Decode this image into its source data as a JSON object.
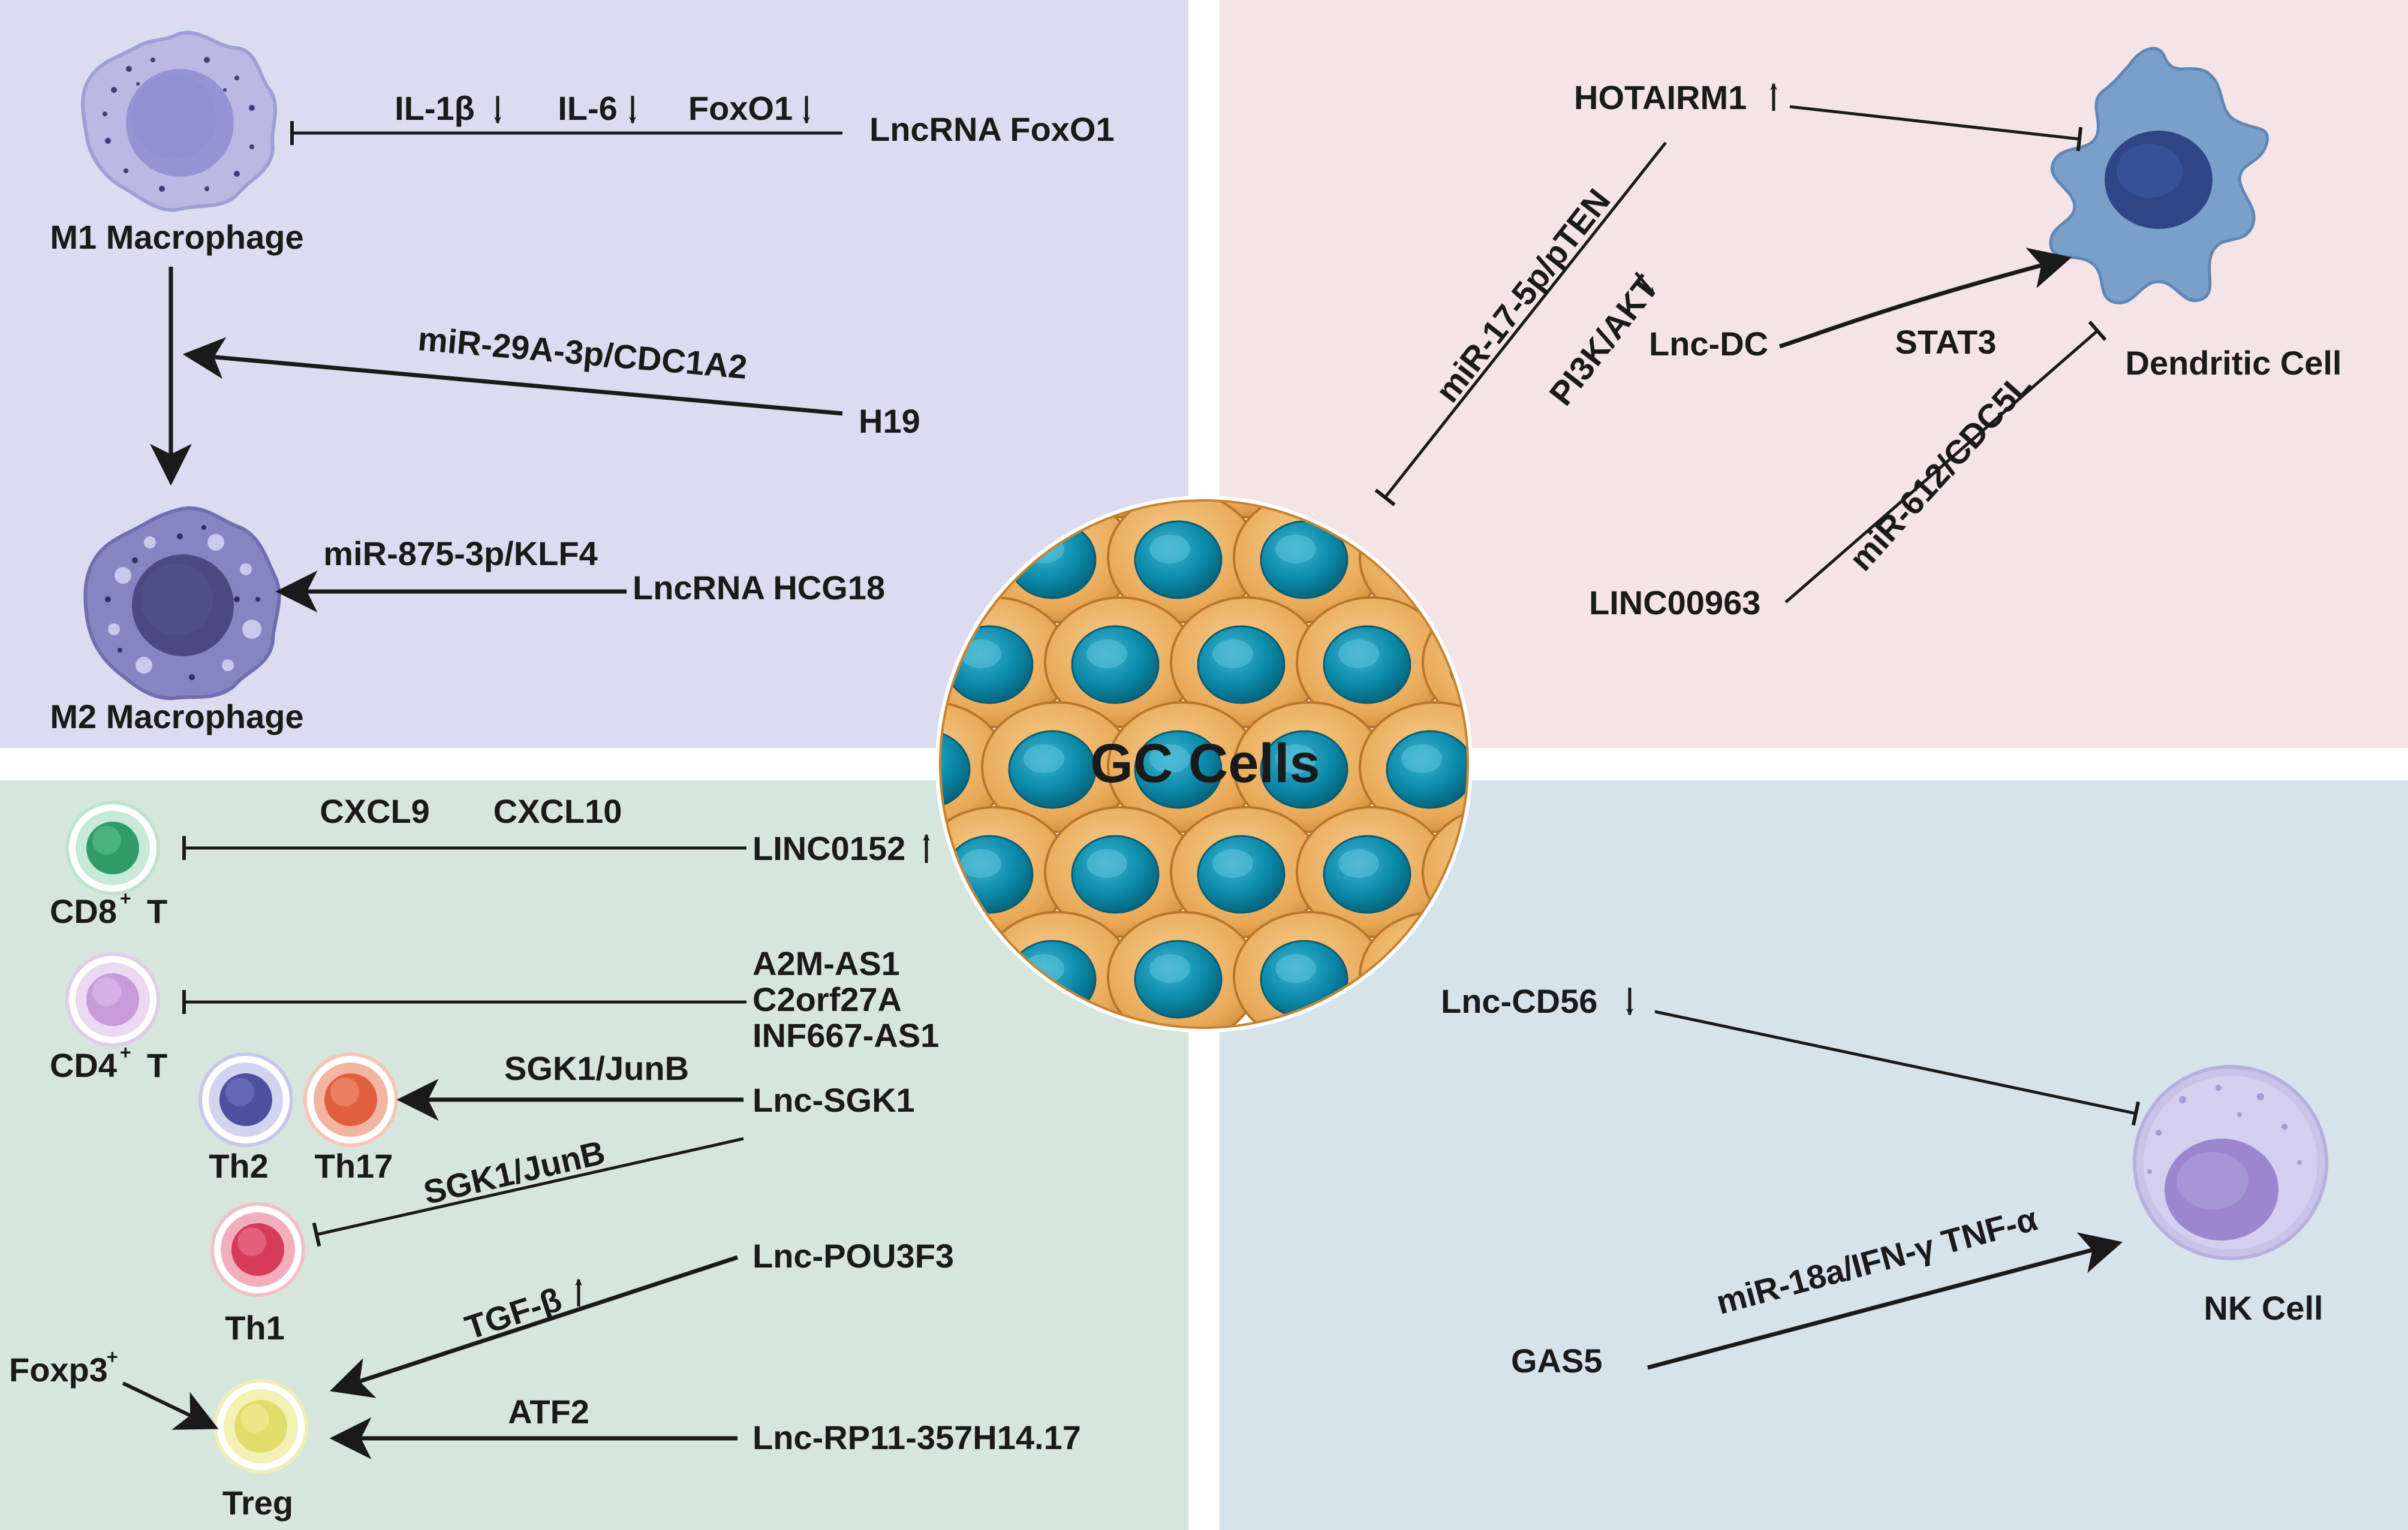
{
  "center": {
    "label": "GC Cells"
  },
  "macrophage_panel": {
    "m1_label": "M1 Macrophage",
    "m2_label": "M2 Macrophage",
    "il1b": "IL-1β",
    "il6": "IL-6",
    "foxo1": "FoxO1",
    "lnc_foxo1": "LncRNA FoxO1",
    "mir29": "miR-29A-3p/CDC1A2",
    "h19": "H19",
    "mir875": "miR-875-3p/KLF4",
    "hcg18": "LncRNA HCG18"
  },
  "dendritic_panel": {
    "dc_label": "Dendritic Cell",
    "hotairm1": "HOTAIRM1",
    "mir17": "miR-17-5p/pTEN",
    "pi3k": "PI3K/AKT",
    "lnc_dc": "Lnc-DC",
    "stat3": "STAT3",
    "linc00963": "LINC00963",
    "mir612": "miR-612/CDC5L"
  },
  "tcell_panel": {
    "cxcl9": "CXCL9",
    "cxcl10": "CXCL10",
    "linc0152": "LINC0152",
    "cd8": "CD8",
    "cd4": "CD4",
    "t_suffix": "T",
    "plus": "+",
    "a2m": "A2M-AS1",
    "c2orf": "C2orf27A",
    "inf667": "INF667-AS1",
    "sgk1_junb_1": "SGK1/JunB",
    "lnc_sgk1": "Lnc-SGK1",
    "th2": "Th2",
    "th17": "Th17",
    "sgk1_junb_2": "SGK1/JunB",
    "th1": "Th1",
    "tgfb": "TGF-β",
    "lnc_pou3f3": "Lnc-POU3F3",
    "foxp3": "Foxp3",
    "atf2": "ATF2",
    "lnc_rp11": "Lnc-RP11-357H14.17",
    "treg": "Treg"
  },
  "nk_panel": {
    "lnc_cd56": "Lnc-CD56",
    "nk_label": "NK Cell",
    "mir18a": "miR-18a/IFN-γ TNF-α",
    "gas5": "GAS5"
  },
  "colors": {
    "macrophage_bg": "#dcdcf0",
    "dendritic_bg": "#f5e4e6",
    "tcell_bg": "#d6e6dd",
    "nk_bg": "#d6e3eb"
  }
}
